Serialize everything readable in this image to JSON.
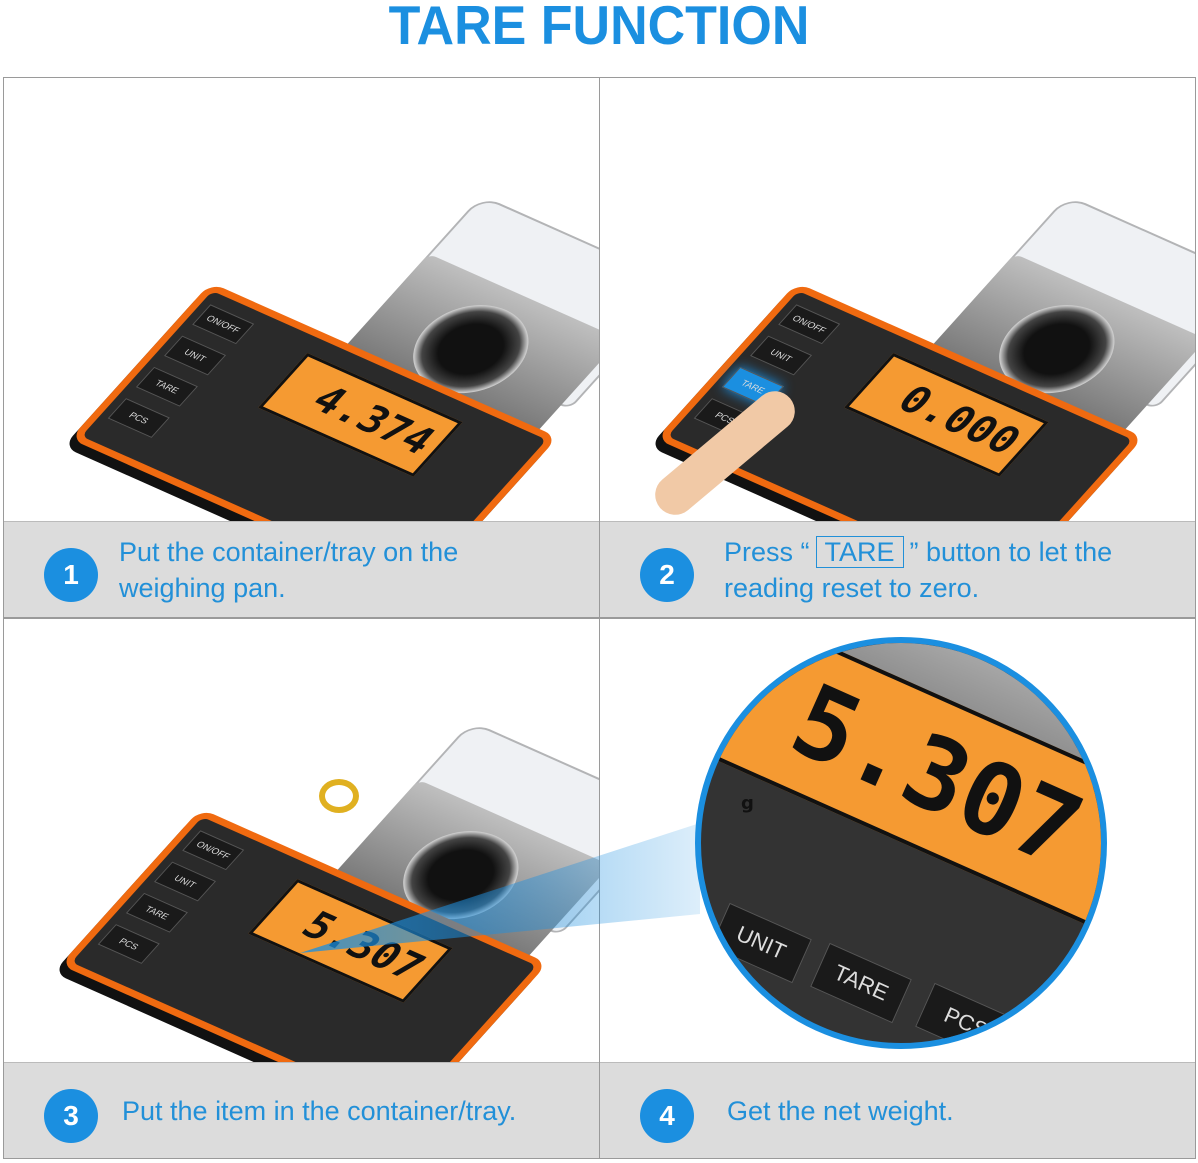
{
  "title": "TARE FUNCTION",
  "colors": {
    "accent": "#1b8fe0",
    "lcd": "#f59a32",
    "scale_trim": "#f06a10",
    "caption_bg": "#dcdcdc"
  },
  "scale_buttons": {
    "on_off": "ON/OFF",
    "unit": "UNIT",
    "tare": "TARE",
    "pcs": "PCS"
  },
  "lcd_unit": "g",
  "steps": [
    {
      "number": "1",
      "text_line1": "Put the container/tray on the",
      "text_line2": "weighing pan.",
      "reading": "4.374"
    },
    {
      "number": "2",
      "text_before": "Press “",
      "button_label": "TARE",
      "text_after": "” button to let the",
      "text_line2": "reading reset to zero.",
      "reading": "0.000"
    },
    {
      "number": "3",
      "text": "Put the item in the container/tray.",
      "reading": "5.307"
    },
    {
      "number": "4",
      "text": "Get the net weight.",
      "reading": "5.307"
    }
  ]
}
